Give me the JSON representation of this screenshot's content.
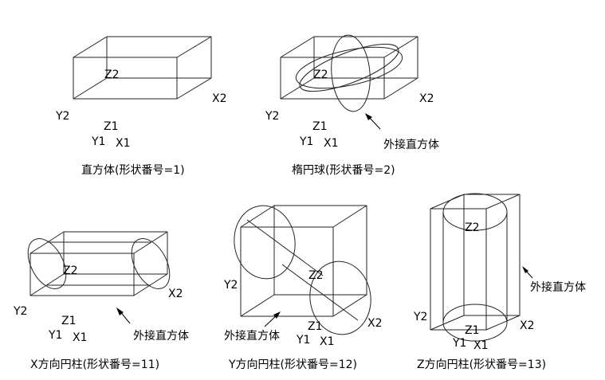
{
  "labels": {
    "x1": "X1",
    "x2": "X2",
    "y1": "Y1",
    "y2": "Y2",
    "z1": "Z1",
    "z2": "Z2"
  },
  "bounding_box_label": "外接直方体",
  "shapes": [
    {
      "id": "box",
      "caption": "直方体(形状番号=1)"
    },
    {
      "id": "ellipsoid",
      "caption": "楕円球(形状番号=2)"
    },
    {
      "id": "x-cylinder",
      "caption": "X方向円柱(形状番号=11)"
    },
    {
      "id": "y-cylinder",
      "caption": "Y方向円柱(形状番号=12)"
    },
    {
      "id": "z-cylinder",
      "caption": "Z方向円柱(形状番号=13)"
    }
  ]
}
